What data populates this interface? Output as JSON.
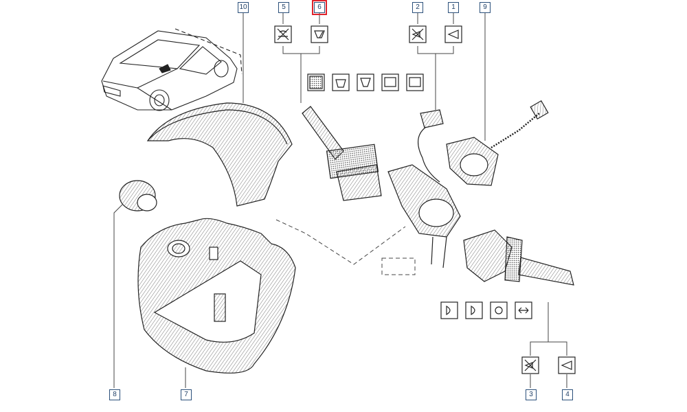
{
  "callouts": [
    {
      "id": "1",
      "label": "1"
    },
    {
      "id": "2",
      "label": "2"
    },
    {
      "id": "3",
      "label": "3"
    },
    {
      "id": "4",
      "label": "4"
    },
    {
      "id": "5",
      "label": "5"
    },
    {
      "id": "6",
      "label": "6"
    },
    {
      "id": "7",
      "label": "7"
    },
    {
      "id": "8",
      "label": "8"
    },
    {
      "id": "9",
      "label": "9"
    },
    {
      "id": "10",
      "label": "10"
    }
  ],
  "selected_callout": "6",
  "colors": {
    "callout_border": "#2a4f7a",
    "callout_text": "#1f3f66",
    "highlight": "#e0232b",
    "line": "#222222"
  },
  "icons": {
    "wiper_group": [
      "no-rear-wiper-icon",
      "wiper-icon"
    ],
    "horn_group_top": [
      "no-horn-icon",
      "horn-icon"
    ],
    "wiper_functions": [
      "rain-sensor-icon",
      "wiper-washer-icon",
      "front-wiper-icon",
      "rear-wiper-icon",
      "rear-wiper-washer-icon"
    ],
    "light_functions": [
      "dipped-beam-icon",
      "fog-light-icon",
      "sidelight-icon",
      "indicator-arrows-icon"
    ],
    "horn_group_bottom": [
      "no-horn-icon",
      "horn-icon"
    ]
  }
}
